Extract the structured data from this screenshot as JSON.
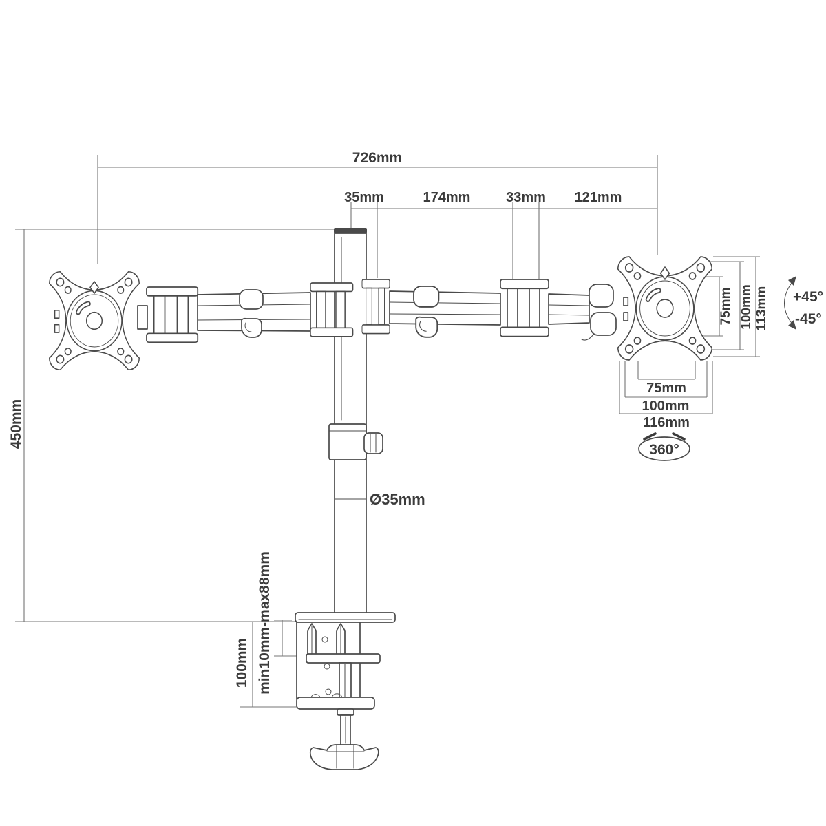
{
  "colors": {
    "line": "#4a4a4a",
    "dim": "#757575",
    "text": "#3b3b3b",
    "bg": "#ffffff"
  },
  "dimensions": {
    "overall_width": "726mm",
    "pole_top_offset": "35mm",
    "left_arm_segment": "174mm",
    "joint_width": "33mm",
    "right_arm_segment": "121mm",
    "pole_height": "450mm",
    "pole_diameter": "Ø35mm",
    "clamp_grip_range": "min10mm-max88mm",
    "clamp_height": "100mm",
    "vesa_vertical_inner": "75mm",
    "vesa_vertical_outer": "100mm",
    "plate_height": "113mm",
    "vesa_horizontal_inner": "75mm",
    "vesa_horizontal_outer": "100mm",
    "plate_width": "116mm",
    "tilt_up": "+45°",
    "tilt_down": "-45°",
    "rotation": "360°"
  }
}
